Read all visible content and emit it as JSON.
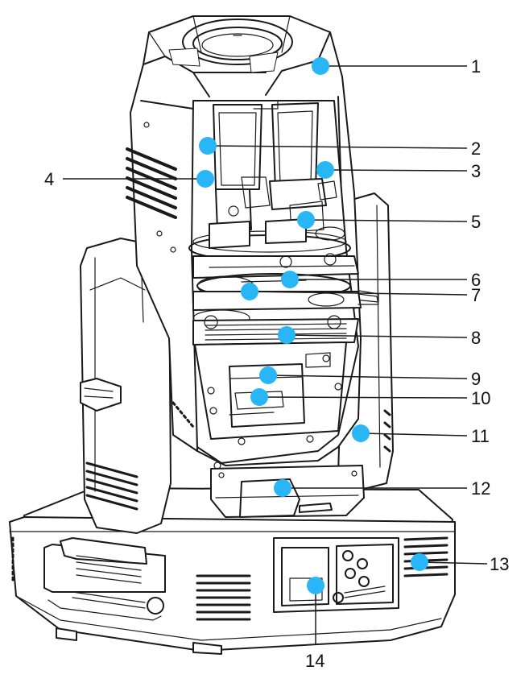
{
  "figure": {
    "marker_color": "#29b6f6",
    "line_color": "#1a1a1a"
  },
  "callouts": [
    {
      "label": "1"
    },
    {
      "label": "2"
    },
    {
      "label": "3"
    },
    {
      "label": "4"
    },
    {
      "label": "5"
    },
    {
      "label": "6"
    },
    {
      "label": "7"
    },
    {
      "label": "8"
    },
    {
      "label": "9"
    },
    {
      "label": "10"
    },
    {
      "label": "11"
    },
    {
      "label": "12"
    },
    {
      "label": "13"
    },
    {
      "label": "14"
    }
  ]
}
